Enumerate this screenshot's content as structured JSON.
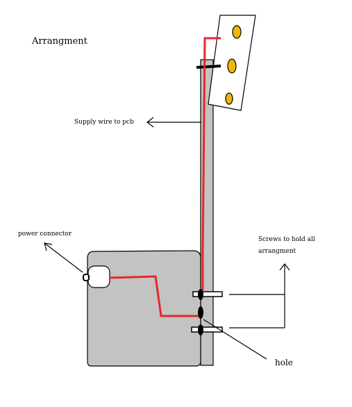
{
  "title": "Arrangment",
  "labels": {
    "supply_wire": "Supply wire to pcb",
    "power_connector": "power connector",
    "screws_line1": "Screws to hold all",
    "screws_line2": "arrangment",
    "hole": "hole"
  },
  "colors": {
    "wire": "#e8262b",
    "panel": "#c3c3c3",
    "bulb": "#f2b705",
    "outline": "#000000"
  }
}
